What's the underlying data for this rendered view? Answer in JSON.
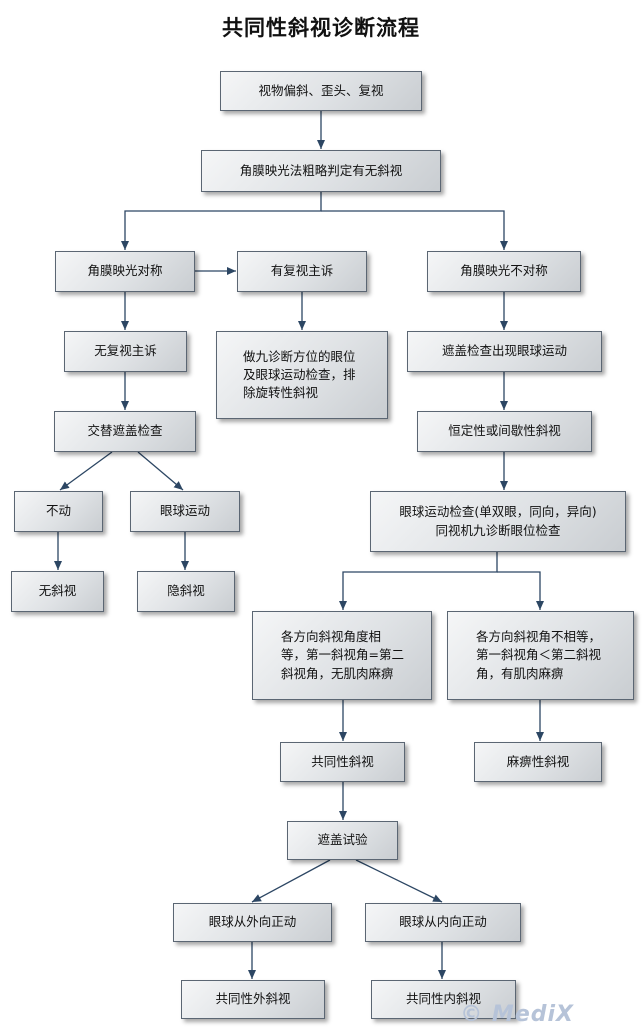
{
  "title": "共同性斜视诊断流程",
  "watermark": "© MediX",
  "nodes": {
    "n1": "视物偏斜、歪头、复视",
    "n2": "角膜映光法粗略判定有无斜视",
    "n3": "角膜映光对称",
    "n4": "有复视主诉",
    "n5": "角膜映光不对称",
    "n6": "无复视主诉",
    "n7": "做九诊断方位的眼位\n及眼球运动检查，排\n除旋转性斜视",
    "n8": "遮盖检查出现眼球运动",
    "n9": "交替遮盖检查",
    "n10": "恒定性或间歇性斜视",
    "n11": "不动",
    "n12": "眼球运动",
    "n13": "眼球运动检查(单双眼，同向，异向)\n同视机九诊断眼位检查",
    "n14": "无斜视",
    "n15": "隐斜视",
    "n16": "各方向斜视角度相\n等，第一斜视角=第二\n斜视角，无肌肉麻痹",
    "n17": "各方向斜视角不相等，\n第一斜视角＜第二斜视\n角，有肌肉麻痹",
    "n18": "共同性斜视",
    "n19": "麻痹性斜视",
    "n20": "遮盖试验",
    "n21": "眼球从外向正动",
    "n22": "眼球从内向正动",
    "n23": "共同性外斜视",
    "n24": "共同性内斜视"
  },
  "colors": {
    "arrow": "#2c4663",
    "border": "#5b6673"
  }
}
